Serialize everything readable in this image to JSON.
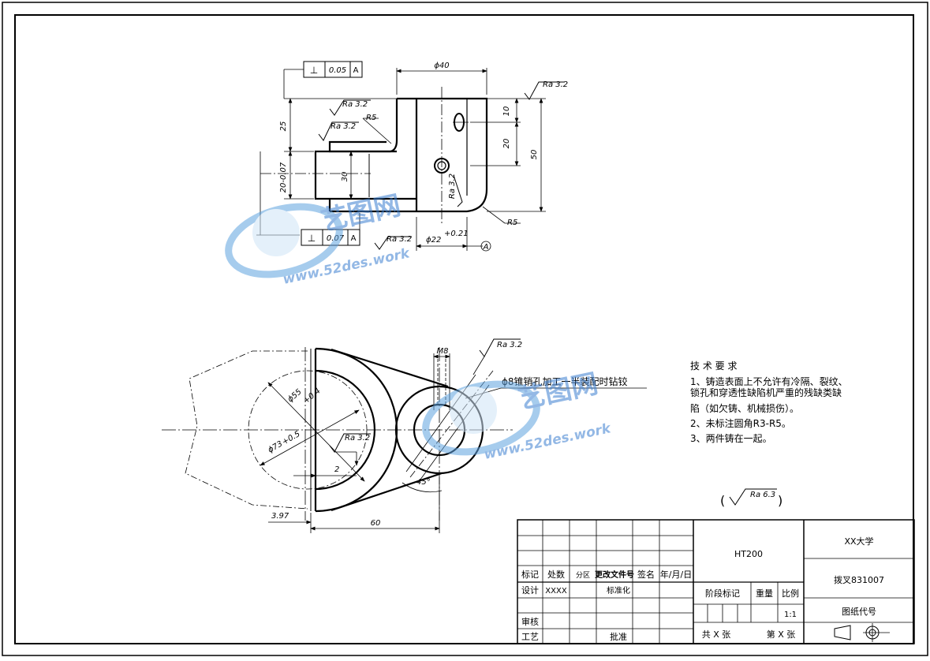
{
  "drawing": {
    "front_view": {
      "dims": {
        "d40": "ϕ40",
        "d10": "10",
        "d20": "20",
        "d50": "50",
        "d25": "25",
        "d30": "30",
        "d20tol": "20-0.07",
        "r5_top": "R5",
        "r5_bottom": "R5",
        "d22": "ϕ22",
        "d22tol": "+0.21",
        "datum": "A"
      },
      "roughness": {
        "ra_top_right": "Ra 3.2",
        "ra_left1": "Ra 3.2",
        "ra_left2": "Ra 3.2",
        "ra_vertical": "Ra 3.2",
        "ra_bottom": "Ra 3.2"
      },
      "tolerance_top": {
        "symbol": "⊥",
        "value": "0.05",
        "datum": "A"
      },
      "tolerance_bottom": {
        "symbol": "⊥",
        "value": "0.07",
        "datum": "A"
      }
    },
    "top_view": {
      "dims": {
        "m8": "M8",
        "d55": "ϕ55",
        "d55tol": "+0.4",
        "d73": "ϕ73",
        "d73tol": "+0.5",
        "d2": "2",
        "d397": "3.97",
        "d60": "60",
        "d45": "45°"
      },
      "note": "ϕ8锥销孔加工一半装配时钻铰",
      "roughness": {
        "ra_top": "Ra 3.2",
        "ra_inner": "Ra 3.2"
      }
    },
    "watermark": {
      "cn": "艺图网",
      "en": "www.52des.work"
    },
    "tech_requirements": {
      "title": "技 术 要 求",
      "lines": [
        "1、铸造表面上不允许有冷隔、裂纹、",
        "锁孔和穿透性缺陷机严重的残缺类缺",
        "陷（如欠铸、机械损伤）。",
        "2、未标注圆角R3-R5。",
        "3、两件铸在一起。"
      ]
    },
    "general_roughness": "Ra 6.3"
  },
  "title_block": {
    "material": "HT200",
    "school": "XX大学",
    "part_name": "拨叉831007",
    "drawing_code": "图纸代号",
    "scale": "1:1",
    "headers": {
      "mark": "标记",
      "count": "处数",
      "zone": "分区",
      "change_doc": "更改文件号",
      "sign": "签名",
      "date": "年/月/日"
    },
    "rows": {
      "design": "设计",
      "designer": "XXXX",
      "standard": "标准化",
      "review": "审核",
      "craft": "工艺",
      "approve": "批准"
    },
    "stage": "阶段标记",
    "weight": "重量",
    "ratio": "比例",
    "total": "共  X  张",
    "sheet": "第  X  张"
  }
}
